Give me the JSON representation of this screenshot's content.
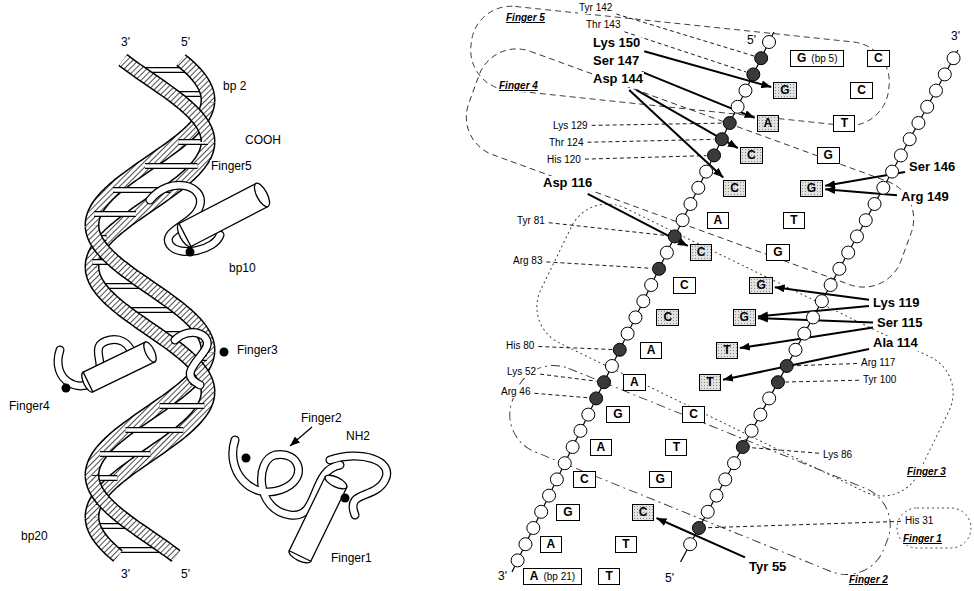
{
  "diagram": {
    "nodes": [
      {
        "text": [
          "G",
          "(bp 5)"
        ]
      },
      {
        "text": [
          "C"
        ]
      },
      {
        "text": [
          "G"
        ]
      },
      {
        "text": [
          "C"
        ]
      },
      {
        "text": [
          "A"
        ]
      },
      {
        "text": [
          "T"
        ]
      },
      {
        "text": [
          "C"
        ]
      },
      {
        "text": [
          "G"
        ]
      },
      {
        "text": [
          "C"
        ]
      },
      {
        "text": [
          "G"
        ]
      },
      {
        "text": [
          "A"
        ]
      },
      {
        "text": [
          "T"
        ]
      },
      {
        "text": [
          "C"
        ]
      },
      {
        "text": [
          "G"
        ]
      },
      {
        "text": [
          "C"
        ]
      },
      {
        "text": [
          "G"
        ]
      },
      {
        "text": [
          "C"
        ]
      },
      {
        "text": [
          "G"
        ]
      },
      {
        "text": [
          "A"
        ]
      },
      {
        "text": [
          "T"
        ]
      },
      {
        "text": [
          "A"
        ]
      },
      {
        "text": [
          "T"
        ]
      },
      {
        "text": [
          "G"
        ]
      },
      {
        "text": [
          "C"
        ]
      },
      {
        "text": [
          "A"
        ]
      },
      {
        "text": [
          "T"
        ]
      },
      {
        "text": [
          "C"
        ]
      },
      {
        "text": [
          "G"
        ]
      },
      {
        "text": [
          "G"
        ]
      },
      {
        "text": [
          "C"
        ]
      },
      {
        "text": [
          "A"
        ]
      },
      {
        "text": [
          "T"
        ]
      },
      {
        "text": [
          "A",
          "(bp 21)"
        ]
      },
      {
        "text": [
          "T"
        ]
      }
    ],
    "labels": [
      "3'",
      "5'",
      "bp 2",
      "COOH",
      "Finger5",
      "bp10",
      "Finger3",
      "Finger4",
      "Finger2",
      "NH2",
      "bp20",
      "Finger1",
      "3'",
      "5'",
      "Finger 5",
      "Tyr 142",
      "Thr 143",
      "Lys 150",
      "5'",
      "3'",
      "Ser 147",
      "Asp 144",
      "Finger 4",
      "Lys 129",
      "Thr 124",
      "His 120",
      "Ser 146",
      "Asp 116",
      "Arg 149",
      "Tyr 81",
      "Arg 83",
      "Lys 119",
      "Ser 115",
      "His 80",
      "Ala 114",
      "Lys 52",
      "Arg 117",
      "Arg 46",
      "Tyr 100",
      "Lys 86",
      "Finger 3",
      "His 31",
      "Finger 1",
      "3'",
      "5'",
      "Tyr 55",
      "Finger 2"
    ]
  }
}
